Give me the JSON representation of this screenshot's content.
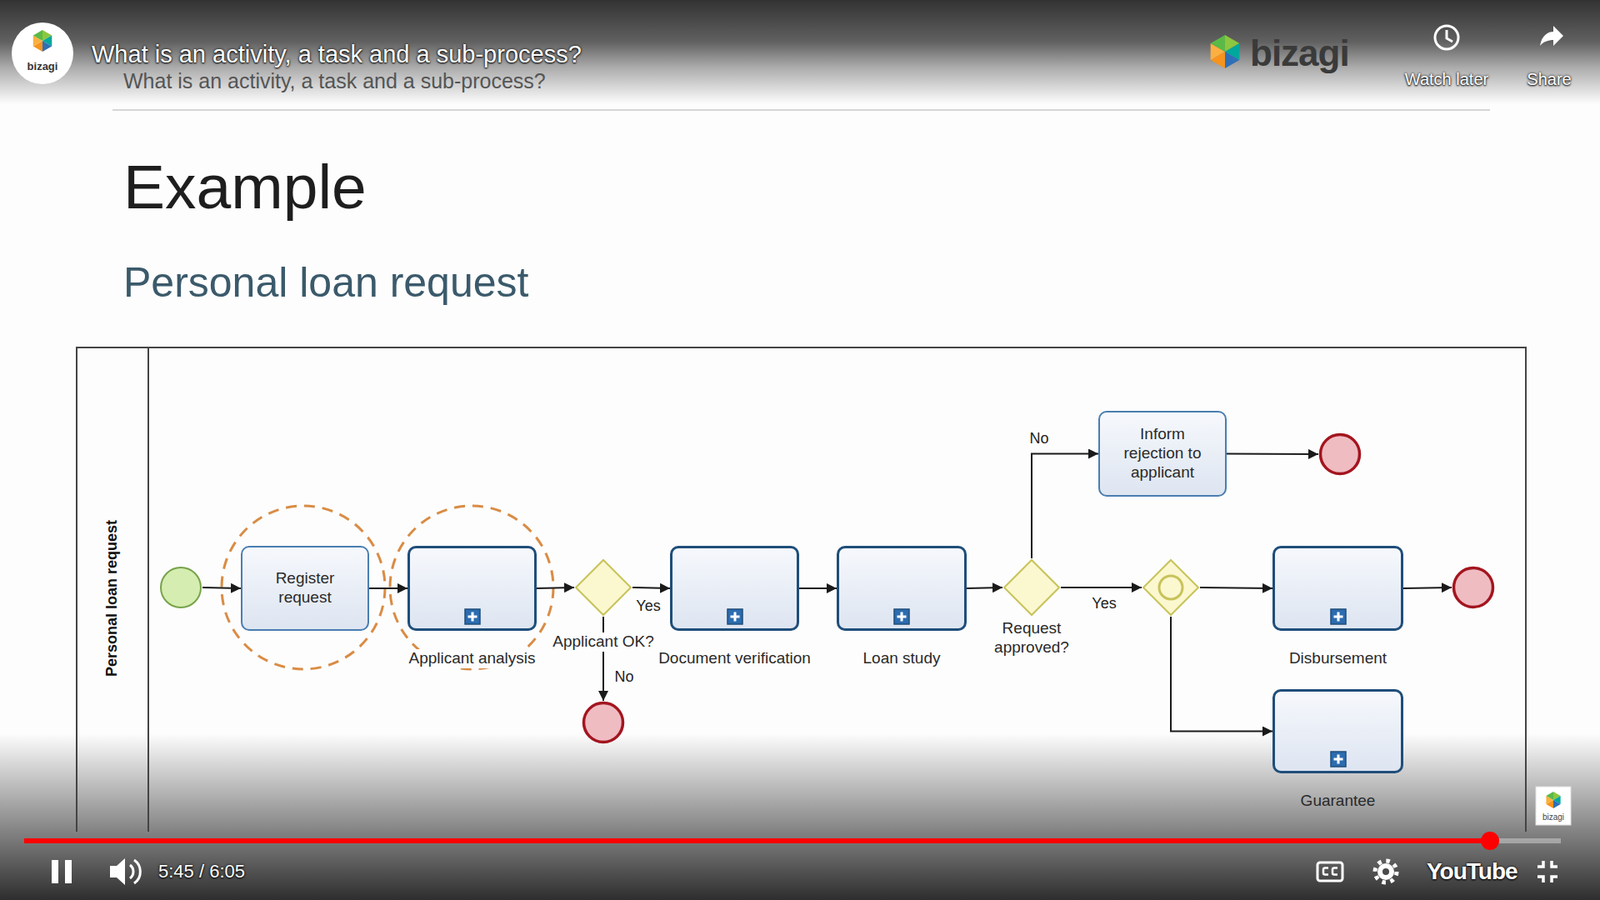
{
  "diagram": {
    "title": "Example",
    "nodes": [
      {
        "text": [
          "Personal loan request"
        ]
      },
      {
        "text": [],
        "in": 0
      },
      {
        "text": [
          "Register request"
        ],
        "in": 0
      },
      {
        "text": [
          "Applicant analysis"
        ],
        "in": 0
      },
      {
        "text": [
          "Applicant OK?"
        ],
        "in": 0
      },
      {
        "text": [],
        "in": 0
      },
      {
        "text": [
          "Document verification"
        ],
        "in": 0
      },
      {
        "text": [
          "Loan study"
        ],
        "in": 0
      },
      {
        "text": [
          "Request approved?"
        ],
        "in": 0
      },
      {
        "text": [
          "Inform rejection to applicant"
        ],
        "in": 0
      },
      {
        "text": [],
        "in": 0
      },
      {
        "text": [],
        "in": 0
      },
      {
        "text": [
          "Disbursement"
        ],
        "in": 0
      },
      {
        "text": [],
        "in": 0
      },
      {
        "text": [
          "Guarantee"
        ],
        "in": 0
      }
    ],
    "edges": [
      {
        "from": 1,
        "to": 2,
        "arrow": "to"
      },
      {
        "from": 2,
        "to": 3,
        "arrow": "to"
      },
      {
        "from": 3,
        "to": 4,
        "arrow": "to"
      },
      {
        "from": 4,
        "to": 6,
        "label": "Yes",
        "arrow": "to"
      },
      {
        "from": 4,
        "to": 5,
        "label": "No",
        "arrow": "to"
      },
      {
        "from": 6,
        "to": 7,
        "arrow": "to"
      },
      {
        "from": 7,
        "to": 8,
        "arrow": "to"
      },
      {
        "from": 8,
        "to": 9,
        "label": "No",
        "arrow": "to"
      },
      {
        "from": 9,
        "to": 10,
        "arrow": "to"
      },
      {
        "from": 8,
        "to": 11,
        "label": "Yes",
        "arrow": "to"
      },
      {
        "from": 11,
        "to": 12,
        "arrow": "to"
      },
      {
        "from": 12,
        "to": 13,
        "arrow": "to"
      },
      {
        "from": 11,
        "to": 14,
        "arrow": "to"
      }
    ],
    "labels": [
      "bizagi",
      "What is an activity, a task and a sub-process?",
      "What is an activity, a task and a sub-process?",
      "bizagi",
      "Watch later",
      "Share",
      "Personal loan request",
      "5:45 / 6:05",
      "YouTube",
      "bizagi"
    ]
  }
}
